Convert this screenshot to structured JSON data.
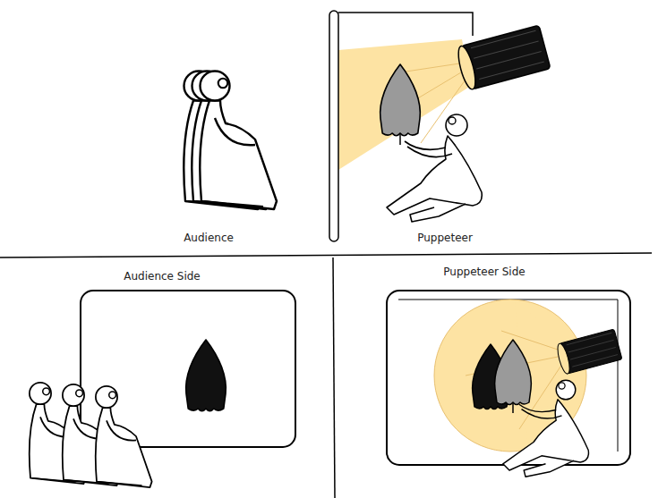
{
  "diagram": {
    "labels": [
      "Audience",
      "Puppeteer",
      "Audience Side",
      "Puppeteer Side"
    ]
  }
}
